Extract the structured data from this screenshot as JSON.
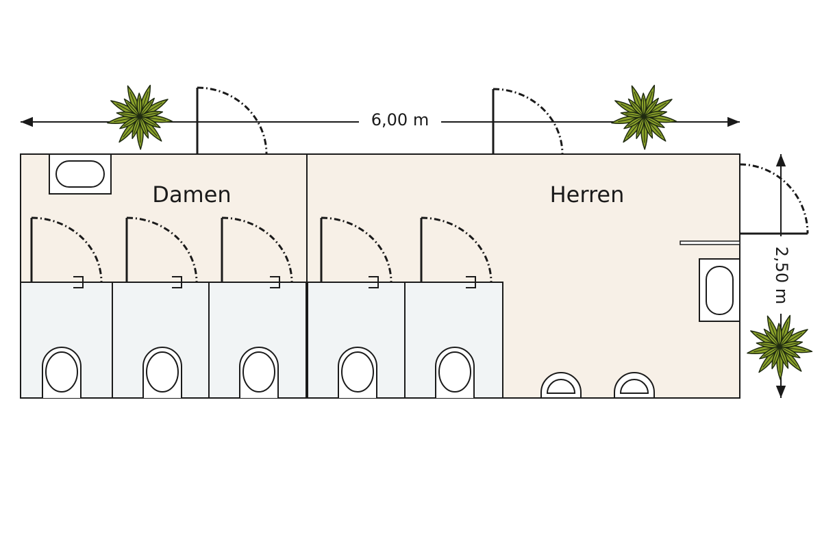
{
  "dimensions": {
    "width_label": "6,00 m",
    "depth_label": "2,50 m"
  },
  "rooms": {
    "women_label": "Damen",
    "men_label": "Herren"
  },
  "colors": {
    "floor": "#f7f0e7",
    "cubicle": "#f1f4f5",
    "line": "#1a1a1a",
    "plant_leaf": "#8aa12a",
    "plant_outline": "#1f2a10"
  },
  "fixtures": {
    "sinks": 2,
    "toilets_women": 3,
    "toilets_men": 2,
    "urinals": 2,
    "plants": 3
  }
}
